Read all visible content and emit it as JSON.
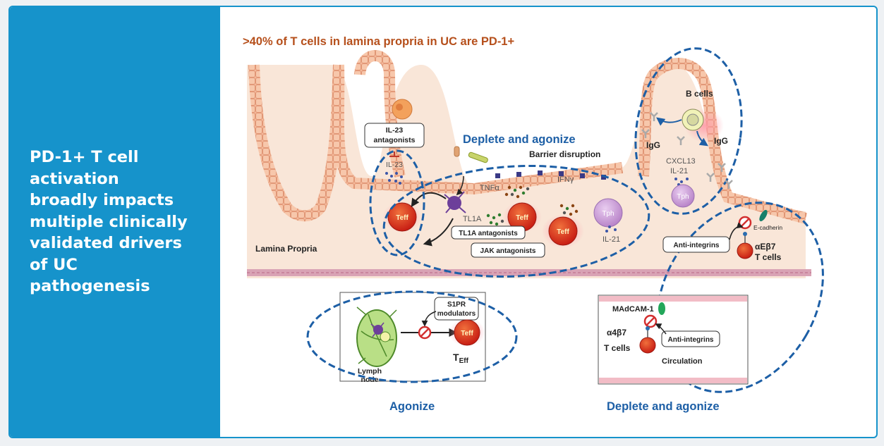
{
  "sidebar": {
    "heading_lines": [
      "PD-1+ T cell",
      "activation",
      "broadly impacts",
      "multiple clinically",
      "validated drivers",
      "of UC",
      "pathogenesis"
    ]
  },
  "diagram": {
    "title": ">40% of T cells in lamina propria in UC are PD-1+",
    "labels": {
      "il23_antagonists_1": "IL-23",
      "il23_antagonists_2": "antagonists",
      "il23": "IL-23",
      "deplete_and_agonize_top": "Deplete and agonize",
      "barrier_disruption": "Barrier disruption",
      "tnfa": "TNFα",
      "ifng": "IFNγ",
      "tl1a": "TL1A",
      "tl1a_antagonists": "TL1A antagonists",
      "jak_antagonists": "JAK antagonists",
      "il21_lp": "IL-21",
      "tph": "Tph",
      "teff": "Teff",
      "lamina_propria": "Lamina Propria",
      "b_cells": "B cells",
      "igg": "IgG",
      "cxcl13": "CXCL13",
      "il21_crypt": "IL-21",
      "e_cadherin": "E-cadherin",
      "anti_integrins": "Anti-integrins",
      "aeb7_1": "αEβ7",
      "aeb7_2": "T cells",
      "s1pr_1": "S1PR",
      "s1pr_2": "modulators",
      "lymph_1": "Lymph",
      "lymph_2": "node",
      "teff_sub": "T",
      "teff_sub2": "Eff",
      "madcam": "MAdCAM-1",
      "a4b7_1": "α4β7",
      "a4b7_2": "T cells",
      "circulation": "Circulation",
      "agonize_bottom": "Agonize",
      "deplete_and_agonize_bottom": "Deplete and agonize"
    },
    "colors": {
      "brand_blue": "#1693cb",
      "title_orange": "#b6501c",
      "dashed_blue": "#1d5fa6",
      "tissue": "#f7dccb",
      "teff_red": "#d9291c"
    }
  }
}
